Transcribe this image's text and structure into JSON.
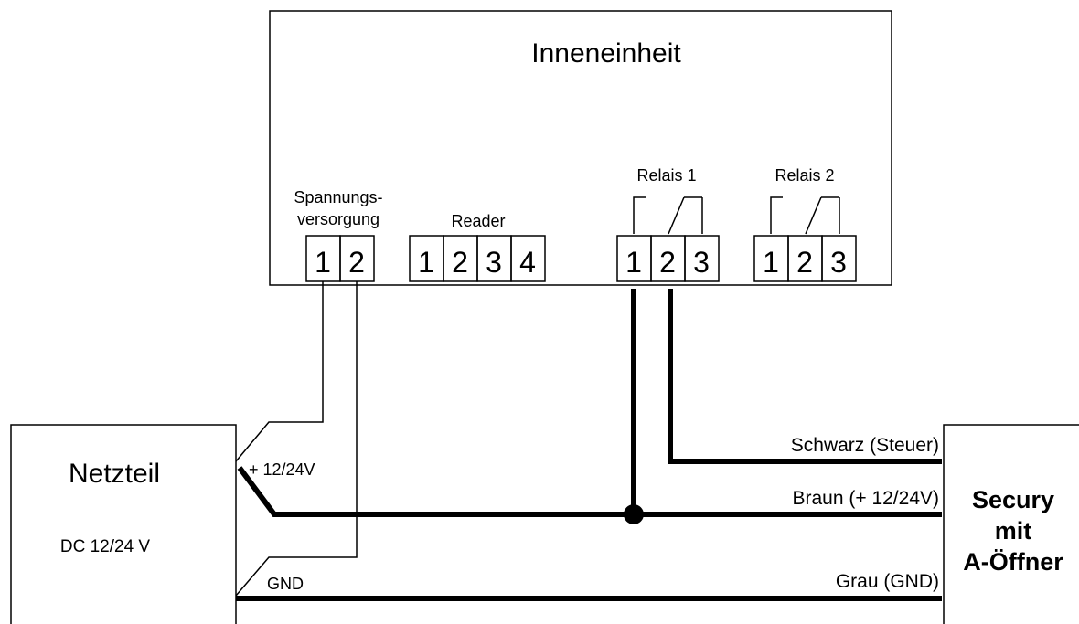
{
  "indoor_unit": {
    "title": "Inneneinheit",
    "power_label_line1": "Spannungs-",
    "power_label_line2": "versorgung",
    "power_terminals": [
      "1",
      "2"
    ],
    "reader_label": "Reader",
    "reader_terminals": [
      "1",
      "2",
      "3",
      "4"
    ],
    "relay1_label": "Relais 1",
    "relay1_terminals": [
      "1",
      "2",
      "3"
    ],
    "relay2_label": "Relais 2",
    "relay2_terminals": [
      "1",
      "2",
      "3"
    ]
  },
  "power_supply": {
    "title": "Netzteil",
    "subtitle": "DC 12/24 V",
    "plus_label": "+ 12/24V",
    "gnd_label": "GND"
  },
  "lock": {
    "line1": "Secury",
    "line2": "mit",
    "line3": "A-Öffner"
  },
  "wires": {
    "black": "Schwarz (Steuer)",
    "brown": "Braun (+ 12/24V)",
    "grey": "Grau (GND)"
  }
}
